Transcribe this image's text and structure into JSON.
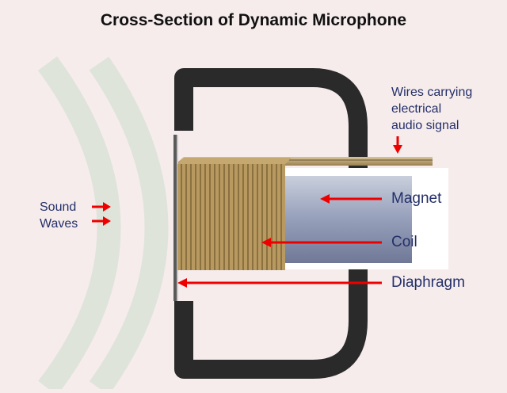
{
  "title": "Cross-Section of Dynamic Microphone",
  "labels": {
    "wires": [
      "Wires carrying",
      "electrical",
      "audio signal"
    ],
    "sound": [
      "Sound",
      "Waves"
    ],
    "magnet": "Magnet",
    "coil": "Coil",
    "diaphragm": "Diaphragm"
  },
  "colors": {
    "background": "#f6ecec",
    "casing": "#2a2a2a",
    "coil": "#b3965c",
    "magnet": "#aab2c8",
    "arrow": "#ee0000",
    "label": "#24306a",
    "wave": "#dfe4da"
  }
}
